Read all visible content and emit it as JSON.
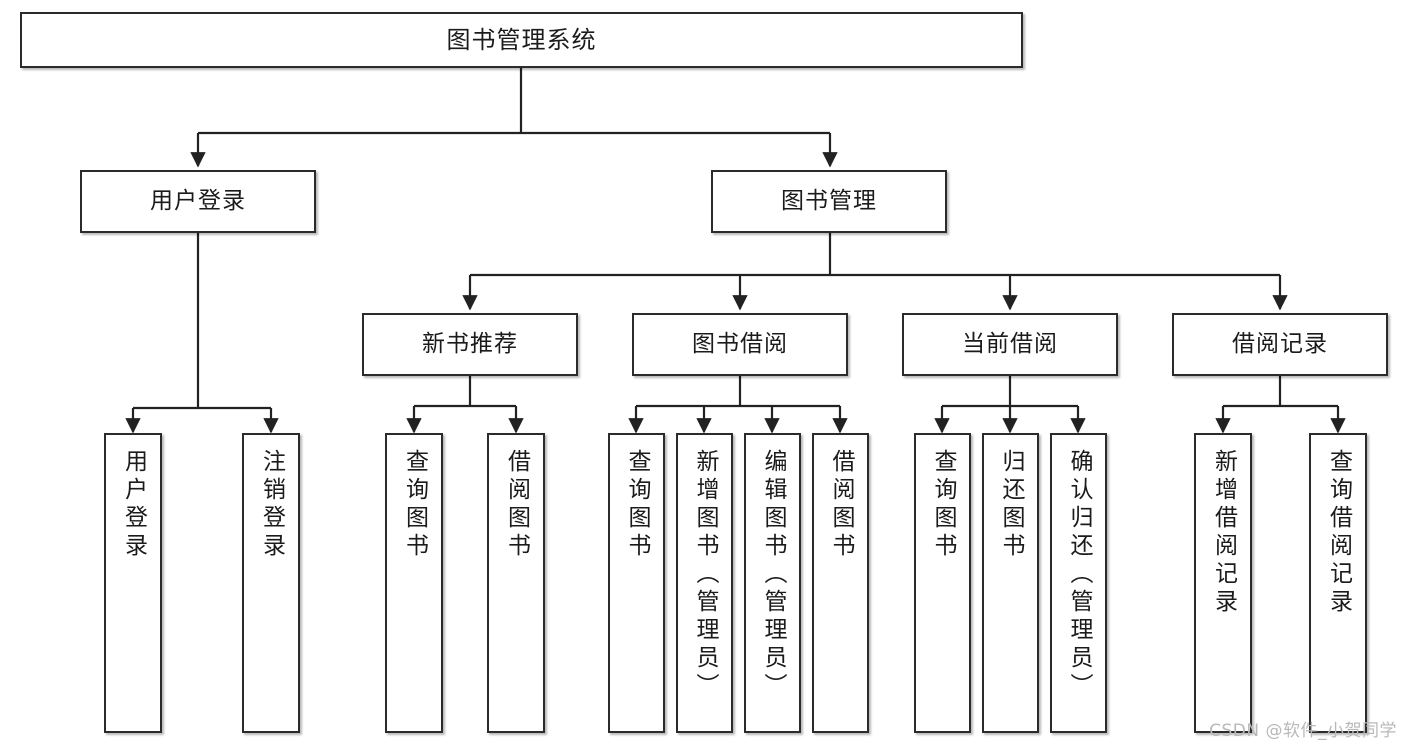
{
  "diagram": {
    "title": "图书管理系统",
    "type": "tree",
    "orientation": "top-down",
    "colors": {
      "box_border": "#2b2b2b",
      "box_fill": "#ffffff",
      "connector": "#222222",
      "text": "#1b1b1b",
      "watermark": "#b9b9b9",
      "background": "#ffffff"
    },
    "root": {
      "label": "图书管理系统"
    },
    "level2": [
      {
        "label": "用户登录"
      },
      {
        "label": "图书管理"
      }
    ],
    "level3": [
      {
        "label": "新书推荐"
      },
      {
        "label": "图书借阅"
      },
      {
        "label": "当前借阅"
      },
      {
        "label": "借阅记录"
      }
    ],
    "leaves": {
      "user_login": [
        {
          "label": "用户登录"
        },
        {
          "label": "注销登录"
        }
      ],
      "new_book_recommend": [
        {
          "label": "查询图书"
        },
        {
          "label": "借阅图书"
        }
      ],
      "book_borrow": [
        {
          "label": "查询图书"
        },
        {
          "label": "新增图书（管理员）"
        },
        {
          "label": "编辑图书（管理员）"
        },
        {
          "label": "借阅图书"
        }
      ],
      "current_borrow": [
        {
          "label": "查询图书"
        },
        {
          "label": "归还图书"
        },
        {
          "label": "确认归还（管理员）"
        }
      ],
      "borrow_record": [
        {
          "label": "新增借阅记录"
        },
        {
          "label": "查询借阅记录"
        }
      ]
    }
  },
  "watermark": {
    "text": "CSDN @软件_小贺同学"
  }
}
